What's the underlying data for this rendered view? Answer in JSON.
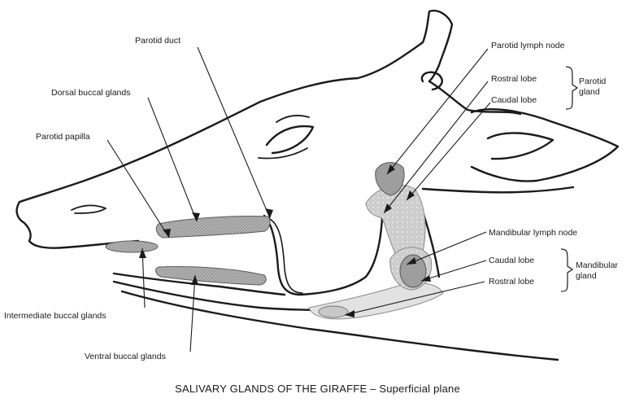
{
  "labels": {
    "parotid_duct": "Parotid duct",
    "dorsal_buccal": "Dorsal buccal glands",
    "parotid_papilla": "Parotid papilla",
    "intermediate_buccal": "Intermediate buccal glands",
    "ventral_buccal": "Ventral buccal glands",
    "parotid_lymph": "Parotid lymph node",
    "parotid_rostral": "Rostral lobe",
    "parotid_caudal": "Caudal lobe",
    "parotid_gland_1": "Parotid",
    "parotid_gland_2": "gland",
    "mandibular_lymph": "Mandibular lymph node",
    "mandibular_caudal": "Caudal lobe",
    "mandibular_rostral": "Rostral lobe",
    "mandibular_gland_1": "Mandibular",
    "mandibular_gland_2": "gland"
  },
  "caption": "SALIVARY GLANDS OF THE GIRAFFE – Superficial plane",
  "colors": {
    "outline": "#1a1a1a",
    "gland_fill": "#a9a9a9",
    "gland_light": "#d0d0d0",
    "pale_fill": "#e6e6e6"
  }
}
